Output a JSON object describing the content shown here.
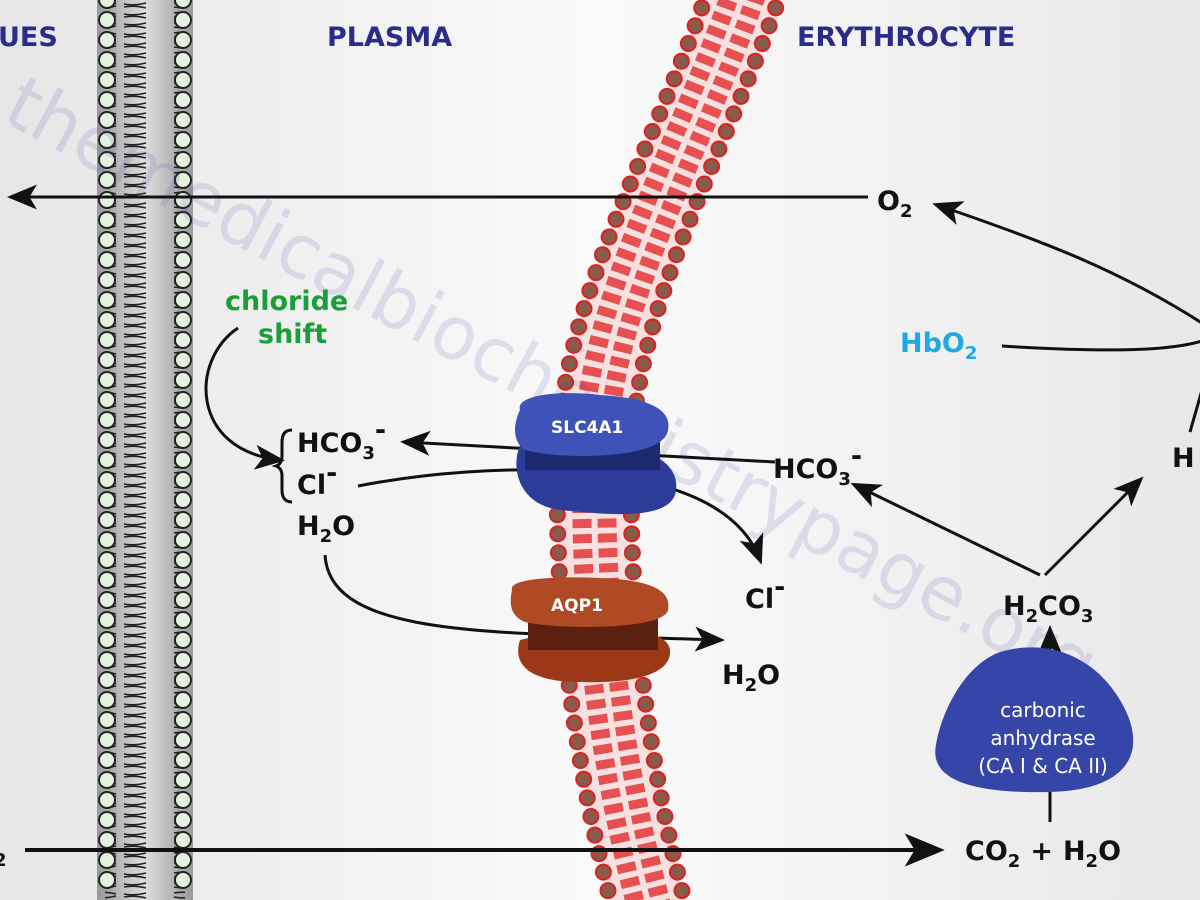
{
  "regions": {
    "tissues": "UES",
    "plasma": "PLASMA",
    "erythrocyte": "ERYTHROCYTE"
  },
  "labels": {
    "o2_main": "O",
    "o2_sub": "2",
    "hbo2_main": "HbO",
    "hbo2_sub": "2",
    "h_partial": "H",
    "chloride_line1": "chloride",
    "chloride_line2": "shift",
    "plasma_hco3": "HCO",
    "plasma_hco3_sub": "3",
    "plasma_hco3_sup": "-",
    "plasma_cl": "Cl",
    "plasma_cl_sup": "-",
    "plasma_h2o_h": "H",
    "plasma_h2o_sub": "2",
    "plasma_h2o_o": "O",
    "rbc_hco3": "HCO",
    "rbc_hco3_sub": "3",
    "rbc_hco3_sup": "-",
    "rbc_cl": "Cl",
    "rbc_cl_sup": "-",
    "rbc_h2o_h": "H",
    "rbc_h2o_sub": "2",
    "rbc_h2o_o": "O",
    "h2co3_h": "H",
    "h2co3_sub1": "2",
    "h2co3_co": "CO",
    "h2co3_sub2": "3",
    "co2_c": "CO",
    "co2_sub": "2",
    "plus": "+",
    "co2_h2o_h": "H",
    "co2_h2o_sub": "2",
    "co2_h2o_o": "O",
    "left_co2_sub": "2"
  },
  "proteins": {
    "slc4a1": "SLC4A1",
    "aqp1": "AQP1",
    "ca_line1": "carbonic",
    "ca_line2": "anhydrase",
    "ca_line3": "(CA I & CA II)"
  },
  "watermark": "themedicalbiochemistrypage.org",
  "colors": {
    "region": "#2b2b8c",
    "green": "#1a9e3a",
    "hbo2": "#1ea8e6",
    "protein_blue": "#3546a8",
    "protein_brown": "#a8401e",
    "membrane_red": "#e02020"
  }
}
